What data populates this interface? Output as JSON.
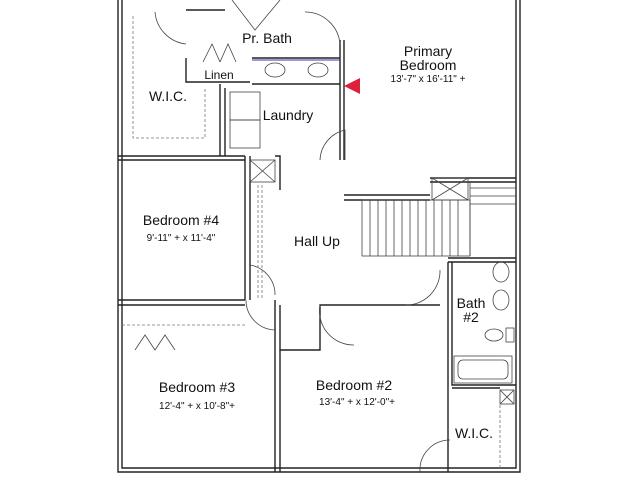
{
  "rooms": {
    "wic_primary": {
      "name": "W.I.C."
    },
    "primary_bath": {
      "name": "Pr. Bath"
    },
    "linen": {
      "name": "Linen"
    },
    "laundry": {
      "name": "Laundry"
    },
    "primary_bedroom": {
      "name_line1": "Primary",
      "name_line2": "Bedroom",
      "dims": "13'-7\" x 16'-11\" +"
    },
    "bedroom4": {
      "name": "Bedroom #4",
      "dims": "9'-11\" + x 11'-4\""
    },
    "hall": {
      "name": "Hall Up"
    },
    "bath2": {
      "name_line1": "Bath",
      "name_line2": "#2"
    },
    "bedroom3": {
      "name": "Bedroom #3",
      "dims": "12'-4\" + x 10'-8\"+"
    },
    "bedroom2": {
      "name": "Bedroom #2",
      "dims": "13'-4\" + x 12'-0\"+"
    },
    "wic_bed2": {
      "name": "W.I.C."
    }
  },
  "colors": {
    "wall": "#222222",
    "fixture": "#3a3aa0",
    "marker": "#e0203a"
  }
}
